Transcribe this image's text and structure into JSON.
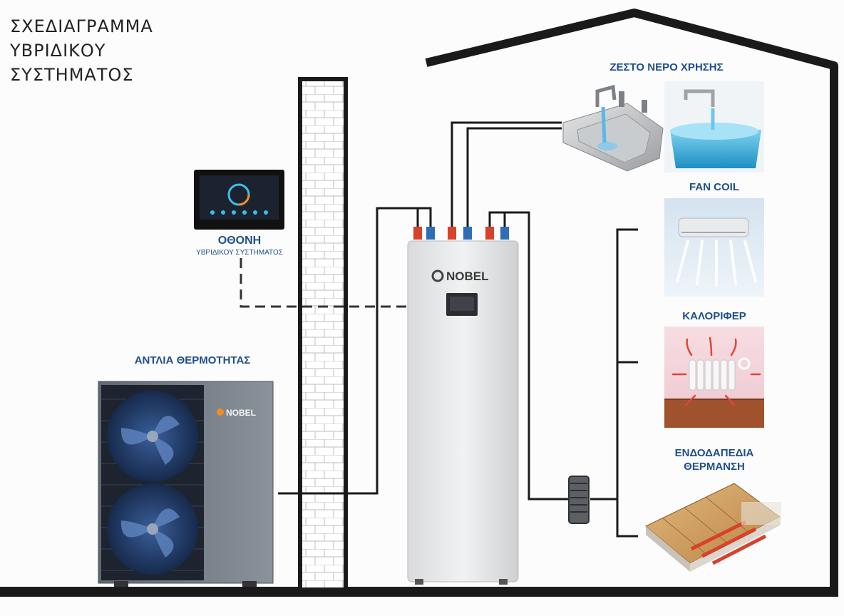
{
  "title": {
    "line1": "ΣΧΕΔΙΑΓΡΑΜΜΑ",
    "line2": "ΥΒΡΙΔΙΚΟΥ",
    "line3": "ΣΥΣΤΗΜΑΤΟΣ"
  },
  "labels": {
    "hot_water": "ΖΕΣΤΟ ΝΕΡΟ ΧΡΗΣΗΣ",
    "fan_coil": "FAN COIL",
    "radiator": "ΚΑΛΟΡΙΦΕΡ",
    "floor_heating_line1": "ΕΝΔΟΔΑΠΕΔΙΑ",
    "floor_heating_line2": "ΘΕΡΜΑΝΣΗ",
    "screen": "ΟΘΟΝΗ",
    "screen_sub": "ΥΒΡΙΔΙΚΟΥ ΣΥΣΤΗΜΑΤΟΣ",
    "heat_pump": "ΑΝΤΛΙΑ ΘΕΡΜΟΤΗΤΑΣ"
  },
  "brand": {
    "tank_logo": "NOBEL",
    "pump_logo": "NOBEL"
  },
  "colors": {
    "label_blue": "#1f4e8c",
    "pipe": "#1a1a1a",
    "hot": "#d9412b",
    "cold": "#2f6db5"
  }
}
